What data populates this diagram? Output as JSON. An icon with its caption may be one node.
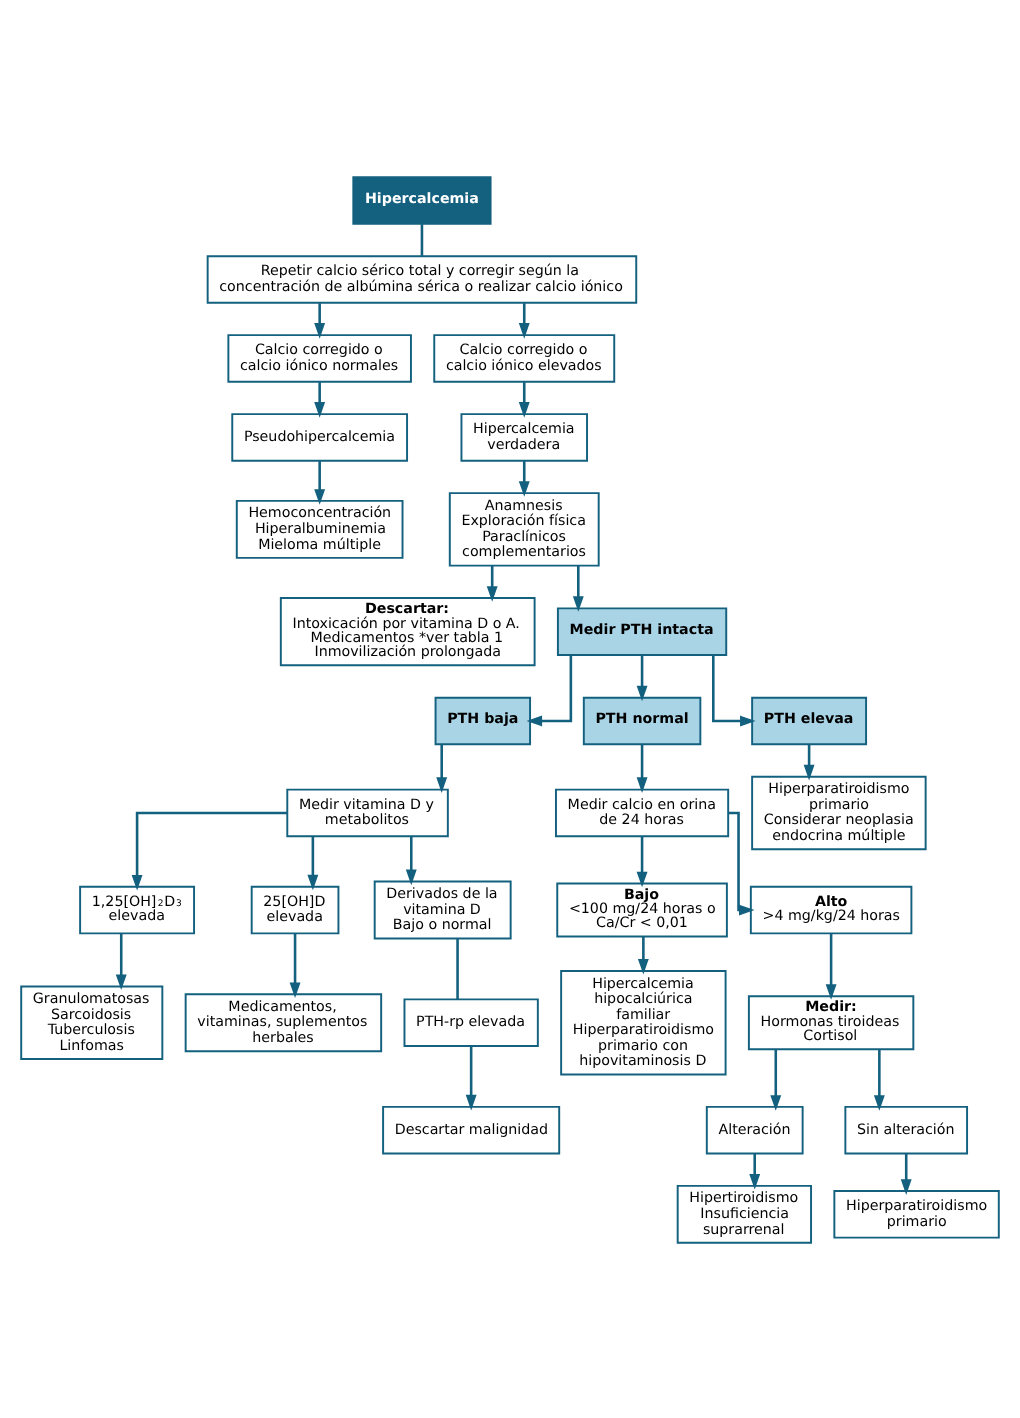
{
  "diagram": {
    "nodes": [
      {
        "text": [
          "Hipercalcemia"
        ]
      },
      {
        "text": [
          "Repetir calcio sérico total y corregir según la concentración de albúmina sérica o realizar calcio iónico"
        ]
      },
      {
        "text": [
          "Calcio corregido o calcio iónico normales"
        ]
      },
      {
        "text": [
          "Calcio corregido o calcio iónico elevados"
        ]
      },
      {
        "text": [
          "Pseudohipercalcemia"
        ]
      },
      {
        "text": [
          "Hipercalcemia verdadera"
        ]
      },
      {
        "text": [
          "Hemoconcentración",
          "Hiperalbuminemia",
          "Mieloma múltiple"
        ]
      },
      {
        "text": [
          "Anamnesis",
          "Exploración física",
          "Paraclínicos complementarios"
        ]
      },
      {
        "text": [
          "Descartar:",
          "Intoxicación por vitamina D o A.",
          "Medicamentos *ver tabla 1",
          "Inmovilización prolongada"
        ]
      },
      {
        "text": [
          "Medir PTH intacta"
        ]
      },
      {
        "text": [
          "PTH baja"
        ]
      },
      {
        "text": [
          "PTH normal"
        ]
      },
      {
        "text": [
          "PTH elevaa"
        ]
      },
      {
        "text": [
          "Medir vitamina D y metabolitos"
        ]
      },
      {
        "text": [
          "Medir calcio en orina de 24 horas"
        ]
      },
      {
        "text": [
          "Hiperparatiroidismo primario",
          "Considerar neoplasia endocrina múltiple"
        ]
      },
      {
        "text": [
          "1,25[OH]$_{2}$D$_{3}$ elevada"
        ]
      },
      {
        "text": [
          "25[OH]D elevada"
        ]
      },
      {
        "text": [
          "Derivados de la vitamina D",
          "Bajo o normal"
        ]
      },
      {
        "text": [
          "Bajo",
          "<100 mg/24 horas o Ca/Cr < 0,01"
        ]
      },
      {
        "text": [
          "Alto",
          ">4 mg/kg/24 horas"
        ]
      },
      {
        "text": [
          "Granulomatosas",
          "Sarcoidosis",
          "Tuberculosis",
          "Linfomas"
        ]
      },
      {
        "text": [
          "Medicamentos, vitaminas, suplementos herbales"
        ]
      },
      {
        "text": [
          "PTH-rp elevada"
        ]
      },
      {
        "text": [
          "Descartar malignidad"
        ]
      },
      {
        "text": [
          "Hipercalcemia hipocalciúrica familiar",
          "Hiperparatiroidismo primario con hipovitaminosis D"
        ]
      },
      {
        "text": [
          "Medir:",
          "Hormonas tiroideas",
          "Cortisol"
        ]
      },
      {
        "text": [
          "Alteración"
        ]
      },
      {
        "text": [
          "Sin alteración"
        ]
      },
      {
        "text": [
          "Hipertiroidismo",
          "Insuficiencia suprarrenal"
        ]
      },
      {
        "text": [
          "Hiperparatiroidismo primario"
        ]
      }
    ],
    "edges": [
      {
        "from": 0,
        "to": 1,
        "arrow": "none"
      },
      {
        "from": 1,
        "to": 2,
        "arrow": "to"
      },
      {
        "from": 1,
        "to": 3,
        "arrow": "to"
      },
      {
        "from": 2,
        "to": 4,
        "arrow": "to"
      },
      {
        "from": 3,
        "to": 5,
        "arrow": "to"
      },
      {
        "from": 4,
        "to": 6,
        "arrow": "to"
      },
      {
        "from": 5,
        "to": 7,
        "arrow": "to"
      },
      {
        "from": 7,
        "to": 8,
        "arrow": "to"
      },
      {
        "from": 7,
        "to": 9,
        "arrow": "to"
      },
      {
        "from": 9,
        "to": 10,
        "arrow": "to"
      },
      {
        "from": 9,
        "to": 11,
        "arrow": "to"
      },
      {
        "from": 9,
        "to": 12,
        "arrow": "to"
      },
      {
        "from": 10,
        "to": 13,
        "arrow": "to"
      },
      {
        "from": 11,
        "to": 14,
        "arrow": "to"
      },
      {
        "from": 12,
        "to": 15,
        "arrow": "to"
      },
      {
        "from": 13,
        "to": 16,
        "arrow": "to"
      },
      {
        "from": 13,
        "to": 17,
        "arrow": "to"
      },
      {
        "from": 13,
        "to": 18,
        "arrow": "to"
      },
      {
        "from": 14,
        "to": 19,
        "arrow": "to"
      },
      {
        "from": 14,
        "to": 20,
        "arrow": "to"
      },
      {
        "from": 16,
        "to": 21,
        "arrow": "to"
      },
      {
        "from": 17,
        "to": 22,
        "arrow": "to"
      },
      {
        "from": 18,
        "to": 23,
        "arrow": "none"
      },
      {
        "from": 23,
        "to": 24,
        "arrow": "to"
      },
      {
        "from": 19,
        "to": 25,
        "arrow": "to"
      },
      {
        "from": 20,
        "to": 26,
        "arrow": "to"
      },
      {
        "from": 26,
        "to": 27,
        "arrow": "to"
      },
      {
        "from": 26,
        "to": 28,
        "arrow": "to"
      },
      {
        "from": 27,
        "to": 29,
        "arrow": "to"
      },
      {
        "from": 28,
        "to": 30,
        "arrow": "to"
      }
    ]
  }
}
